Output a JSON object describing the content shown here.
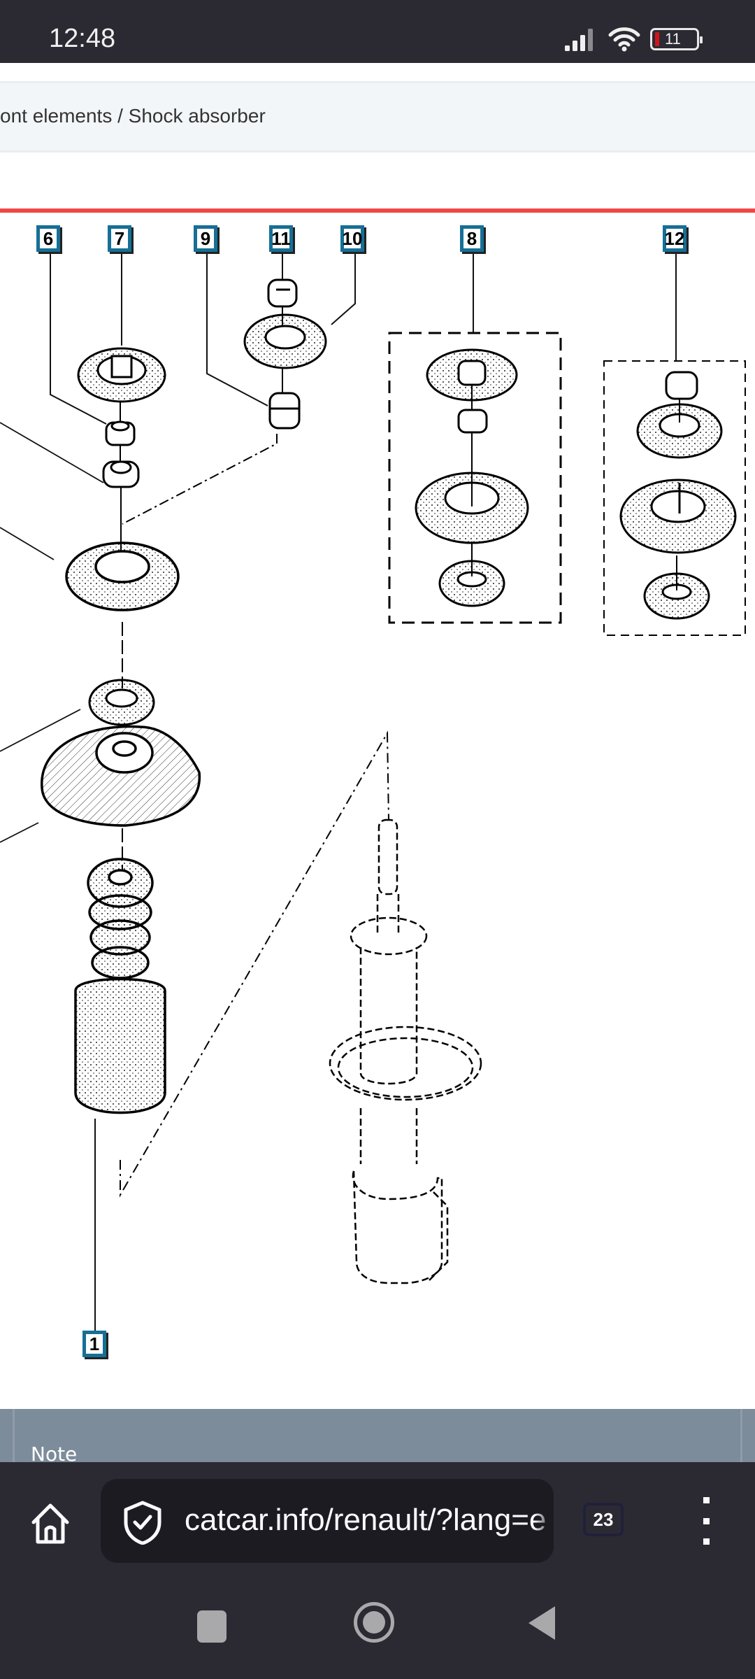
{
  "status_bar": {
    "time": "12:48",
    "battery_level": "11",
    "icons": [
      "signal-icon",
      "wifi-icon",
      "battery-icon"
    ]
  },
  "page": {
    "breadcrumb": "ont elements / Shock absorber",
    "accent_color": "#ef4747",
    "callout_color": "#166f96"
  },
  "diagram": {
    "title": "Shock absorber exploded view",
    "callouts": [
      {
        "id": "6",
        "label": "6"
      },
      {
        "id": "7",
        "label": "7"
      },
      {
        "id": "9",
        "label": "9"
      },
      {
        "id": "11",
        "label": "11"
      },
      {
        "id": "10",
        "label": "10"
      },
      {
        "id": "8",
        "label": "8"
      },
      {
        "id": "12",
        "label": "12"
      },
      {
        "id": "1",
        "label": "1"
      }
    ]
  },
  "note_section": {
    "label": "Note"
  },
  "browser": {
    "url": "catcar.info/renault/?lang=e",
    "tab_count": "23"
  },
  "nav_bar": {
    "buttons": [
      "recent-apps",
      "home",
      "back"
    ]
  }
}
